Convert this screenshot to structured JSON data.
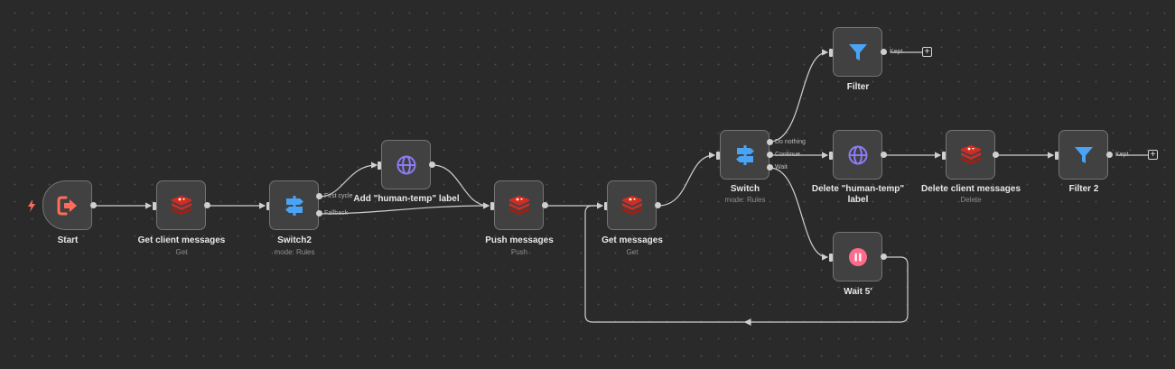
{
  "colors": {
    "canvas": "#2a2a2a",
    "node_bg": "#414141",
    "node_border": "#747474",
    "edge": "#cfcfcf",
    "trigger_icon": "#ff6d5a",
    "redis_red": "#d82c20",
    "switch_blue": "#4aa3f5",
    "http_purple": "#8b7cf6",
    "filter_blue": "#4aa3f5",
    "wait_pink": "#ff6b8a"
  },
  "nodes": {
    "start": {
      "label": "Start",
      "icon": "sign-out-icon"
    },
    "get_client": {
      "label": "Get client messages",
      "sub": "Get",
      "icon": "redis-icon"
    },
    "switch2": {
      "label": "Switch2",
      "sub": "mode: Rules",
      "icon": "signpost-icon",
      "outputs": [
        "First cycle",
        "Fallback"
      ]
    },
    "add_label": {
      "label": "Add \"human-temp\" label",
      "icon": "globe-icon"
    },
    "push": {
      "label": "Push messages",
      "sub": "Push",
      "icon": "redis-icon"
    },
    "get_messages": {
      "label": "Get messages",
      "sub": "Get",
      "icon": "redis-icon"
    },
    "switch": {
      "label": "Switch",
      "sub": "mode: Rules",
      "icon": "signpost-icon",
      "outputs": [
        "Do nothing",
        "Continue",
        "Wait"
      ]
    },
    "filter": {
      "label": "Filter",
      "icon": "funnel-icon",
      "output": "Kept"
    },
    "delete_label": {
      "label": "Delete \"human-temp\" label",
      "icon": "globe-icon"
    },
    "delete_client": {
      "label": "Delete client messages",
      "sub": "Delete",
      "icon": "redis-icon"
    },
    "filter2": {
      "label": "Filter 2",
      "icon": "funnel-icon",
      "output": "Kept"
    },
    "wait": {
      "label": "Wait 5'",
      "icon": "pause-icon"
    }
  },
  "add_button": "+"
}
